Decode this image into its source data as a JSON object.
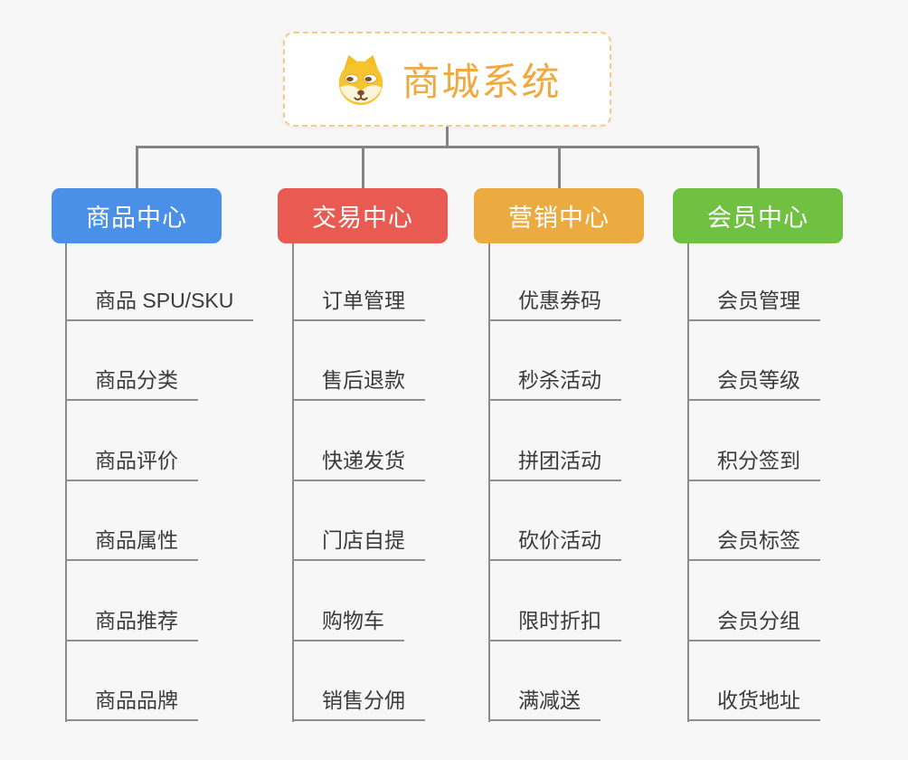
{
  "root": {
    "label": "商城系统",
    "icon": "dog-face-icon",
    "text_color": "#EFA93E",
    "border_color": "#F7CA87"
  },
  "branches": [
    {
      "label": "商品中心",
      "color": "#4A90E8",
      "children": [
        "商品 SPU/SKU",
        "商品分类",
        "商品评价",
        "商品属性",
        "商品推荐",
        "商品品牌"
      ]
    },
    {
      "label": "交易中心",
      "color": "#E95B52",
      "children": [
        "订单管理",
        "售后退款",
        "快递发货",
        "门店自提",
        "购物车",
        "销售分佣"
      ]
    },
    {
      "label": "营销中心",
      "color": "#EBAB41",
      "children": [
        "优惠券码",
        "秒杀活动",
        "拼团活动",
        "砍价活动",
        "限时折扣",
        "满减送"
      ]
    },
    {
      "label": "会员中心",
      "color": "#70C141",
      "children": [
        "会员管理",
        "会员等级",
        "积分签到",
        "会员标签",
        "会员分组",
        "收货地址"
      ]
    }
  ],
  "colors": {
    "background": "#F7F7F7",
    "connector": "#848484",
    "leaf_text": "#3B3B3B",
    "leaf_underline": "#8F8F8F"
  }
}
